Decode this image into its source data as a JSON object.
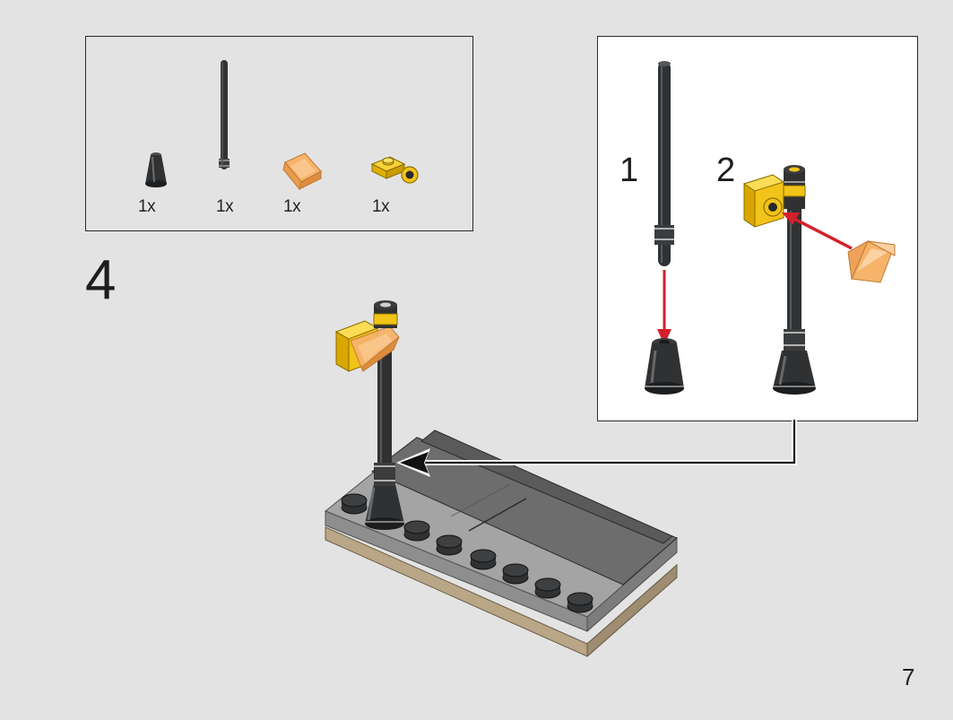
{
  "parts_list": {
    "items": [
      {
        "name": "cone-piece",
        "qty": "1x"
      },
      {
        "name": "bar-piece",
        "qty": "1x"
      },
      {
        "name": "trans-orange-slope",
        "qty": "1x"
      },
      {
        "name": "yellow-clip-plate",
        "qty": "1x"
      }
    ]
  },
  "step": {
    "number": "4"
  },
  "callout": {
    "sub_steps": [
      "1",
      "2"
    ]
  },
  "page": {
    "number": "7"
  },
  "colors": {
    "background": "#e3e3e3",
    "dark_brick": "#2f3133",
    "yellow": "#f2c318",
    "trans_orange": "#f6b36a",
    "gray_plate": "#a4a4a4",
    "tan_base": "#b8a687",
    "arrow_red": "#d4202a"
  }
}
